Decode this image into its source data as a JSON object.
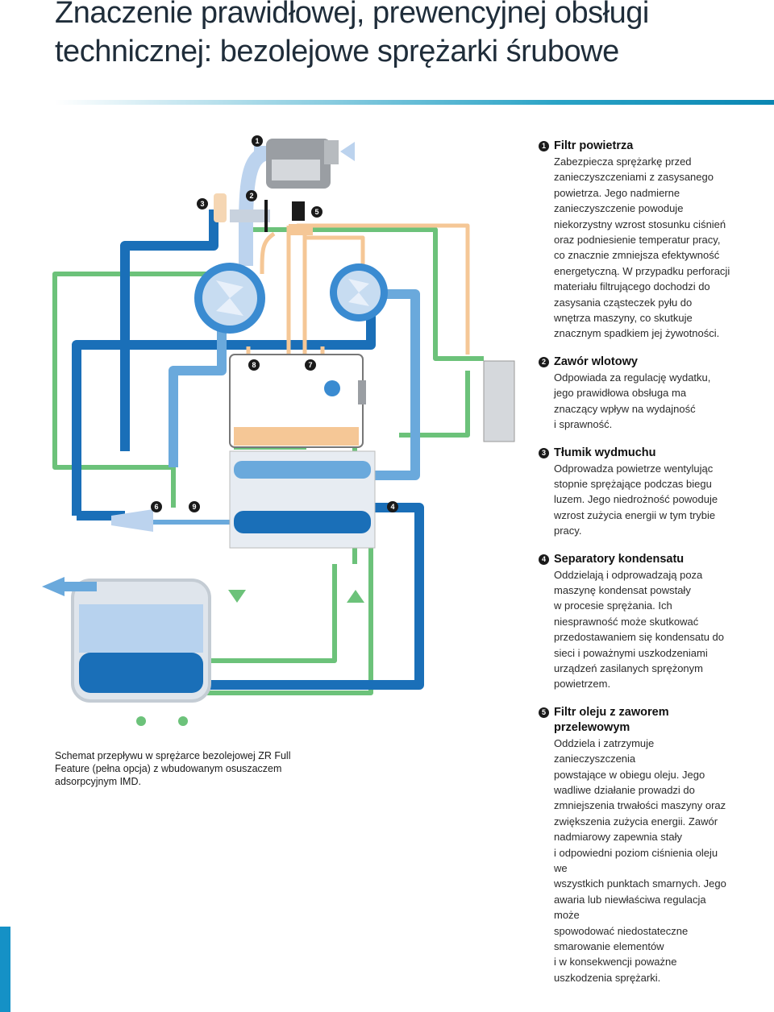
{
  "title": "Znaczenie prawidłowej, prewencyjnej obsługi technicznej: bezolejowe sprężarki śrubowe",
  "caption": "Schemat przepływu w sprężarce bezolejowej ZR Full Feature (pełna opcja) z wbudowanym osuszaczem adsorpcyjnym IMD.",
  "colors": {
    "dark_blue": "#1a6fb8",
    "light_blue": "#6aa9dc",
    "pale_blue": "#bcd3ee",
    "green": "#6cc27a",
    "oil": "#f5c796",
    "accent": "#1591c6"
  },
  "diagram_labels": [
    "1",
    "2",
    "3",
    "4",
    "5",
    "6",
    "7",
    "8",
    "9"
  ],
  "legend": [
    {
      "num": "1",
      "title": "Filtr powietrza",
      "text": "Zabezpiecza sprężarkę przed\nzanieczyszczeniami z zasysanego\npowietrza. Jego nadmierne\nzanieczyszczenie powoduje\nniekorzystny wzrost stosunku ciśnień\noraz podniesienie temperatur pracy,\nco znacznie zmniejsza efektywność\nenergetyczną. W przypadku perforacji\nmateriału filtrującego dochodzi do\nzasysania cząsteczek pyłu do\nwnętrza maszyny, co skutkuje\nznacznym spadkiem jej żywotności."
    },
    {
      "num": "2",
      "title": "Zawór wlotowy",
      "text": "Odpowiada za regulację wydatku,\njego prawidłowa obsługa ma\nznaczący wpływ na wydajność\ni sprawność."
    },
    {
      "num": "3",
      "title": "Tłumik wydmuchu",
      "text": "Odprowadza powietrze wentylując\nstopnie sprężające podczas biegu\nluzem. Jego niedrożność powoduje\nwzrost zużycia energii w tym trybie\npracy."
    },
    {
      "num": "4",
      "title": "Separatory kondensatu",
      "text": "Oddzielają i odprowadzają poza\nmaszynę kondensat powstały\nw procesie sprężania. Ich\nniesprawność może skutkować\nprzedostawaniem się kondensatu do\nsieci i poważnymi uszkodzeniami\nurządzeń zasilanych sprężonym\npowietrzem."
    },
    {
      "num": "5",
      "title": "Filtr oleju z zaworem\nprzelewowym",
      "text": "Oddziela i zatrzymuje zanieczyszczenia\npowstające w obiegu oleju. Jego\nwadliwe działanie prowadzi do\nzmniejszenia trwałości maszyny oraz\nzwiększenia zużycia energii. Zawór\nnadmiarowy zapewnia stały\ni odpowiedni poziom ciśnienia oleju we\nwszystkich punktach smarnych. Jego\nawaria lub niewłaściwa regulacja może\nspowodować niedostateczne\nsmarowanie elementów\ni w konsekwencji poważne\nuszkodzenia sprężarki."
    }
  ]
}
